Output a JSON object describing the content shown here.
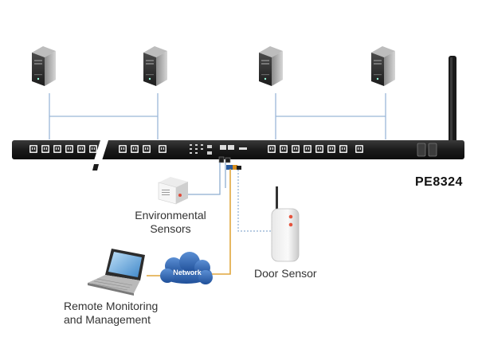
{
  "model": "PE8324",
  "labels": {
    "environmental_sensors": [
      "Environmental",
      "Sensors"
    ],
    "door_sensor": "Door Sensor",
    "remote_monitoring": [
      "Remote Monitoring",
      "and Management"
    ],
    "network": "Network"
  },
  "colors": {
    "pdu_body": "#1b1b1b",
    "computer_link": "#9ab7d8",
    "network_link": "#e0a63c",
    "sensor_link": "#8eaed0",
    "cloud": "#2f66b3",
    "label_text": "#333333"
  },
  "icons": [
    "server-tower-icon",
    "pdu-icon",
    "antenna-icon",
    "environment-sensor-icon",
    "door-sensor-icon",
    "laptop-icon",
    "network-cloud-icon"
  ]
}
